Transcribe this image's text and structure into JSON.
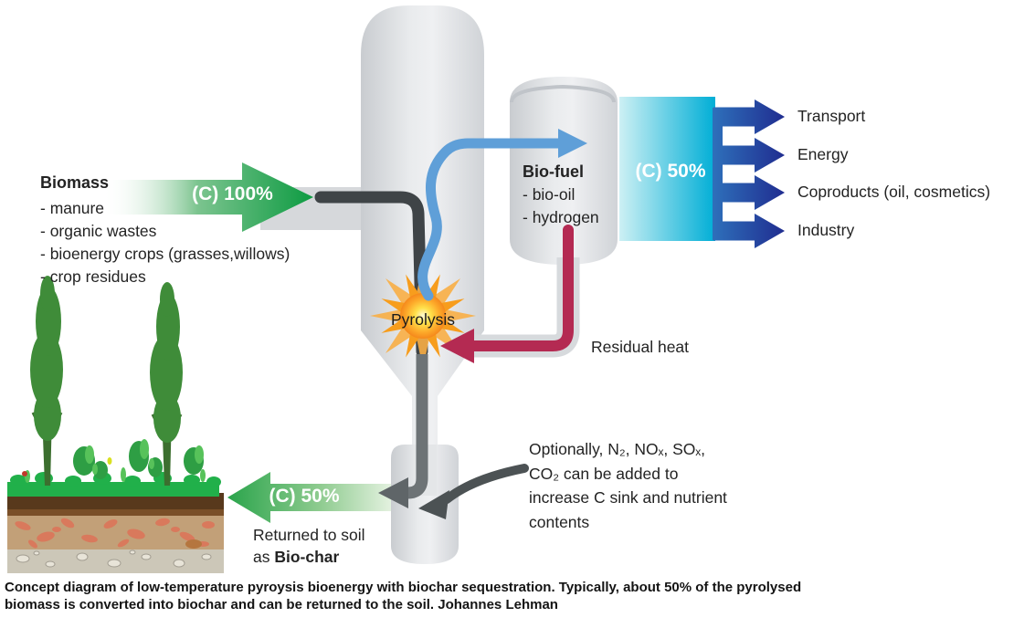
{
  "biomass": {
    "title": "Biomass",
    "items": [
      "- manure",
      "- organic wastes",
      "- bioenergy crops (grasses,willows)",
      "- crop residues"
    ]
  },
  "flow_labels": {
    "input": "(C) 100%",
    "outputs": "(C) 50%",
    "biochar": "(C) 50%"
  },
  "pyrolysis": {
    "label": "Pyrolysis"
  },
  "biofuel": {
    "title": "Bio-fuel",
    "items": [
      "- bio-oil",
      "- hydrogen"
    ]
  },
  "outputs": {
    "items": [
      "Transport",
      "Energy",
      "Coproducts (oil, cosmetics)",
      "Industry"
    ]
  },
  "residual_heat": {
    "label": "Residual heat"
  },
  "biochar": {
    "line1": "Returned to soil",
    "line2_prefix": "as",
    "line2_bold": "Bio-char"
  },
  "note": {
    "lines": [
      "Optionally, N₂, NOₓ, SOₓ,",
      "CO₂ can be added to",
      "increase C sink and nutrient",
      "contents"
    ]
  },
  "caption": {
    "text": "Concept diagram of low-temperature pyroysis bioenergy with biochar sequestration.  Typically, about 50% of the pyrolysed biomass is converted into biochar and can be returned to the soil. Johannes Lehman"
  },
  "colors": {
    "biomass_green": "#0d9b42",
    "biochar_green": "#2aa44b",
    "cyan_flow": "#00aed6",
    "output_navy": "#20308f",
    "residual_maroon": "#b42a52",
    "gas_blue": "#5f9fd8",
    "pipe_dark": "#43484b",
    "vessel_gray": "#d9dbde",
    "burst_orange": "#f79d1d"
  }
}
